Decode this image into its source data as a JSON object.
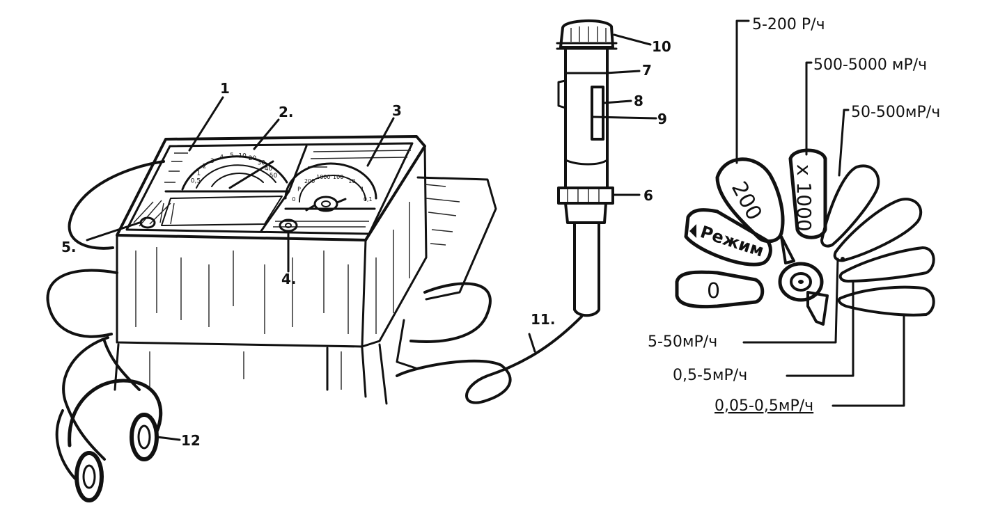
{
  "device_callouts": [
    "1",
    "2.",
    "3",
    "4.",
    "5.",
    "6",
    "7",
    "8",
    "9",
    "10",
    "11.",
    "12"
  ],
  "switch": {
    "positions": {
      "mode": "Режим",
      "zero": "0",
      "x200": "200",
      "x1000": "x 1000"
    },
    "ranges": {
      "r200": "5-200 Р/ч",
      "r1000": "500-5000 мР/ч",
      "r100": "50-500мР/ч",
      "r10": "5-50мР/ч",
      "r1": "0,5-5мР/ч",
      "r01": "0,05-0,5мР/ч"
    }
  },
  "dial_scale": [
    "0,5",
    "1",
    "2",
    "3",
    "4",
    "5",
    "10",
    "20",
    "30",
    "40",
    "50"
  ],
  "switch_scale": [
    "0",
    "Р",
    "200",
    "1000",
    "100",
    "10",
    "1",
    "0,1"
  ],
  "colors": {
    "ink": "#111111",
    "paper": "#ffffff"
  }
}
